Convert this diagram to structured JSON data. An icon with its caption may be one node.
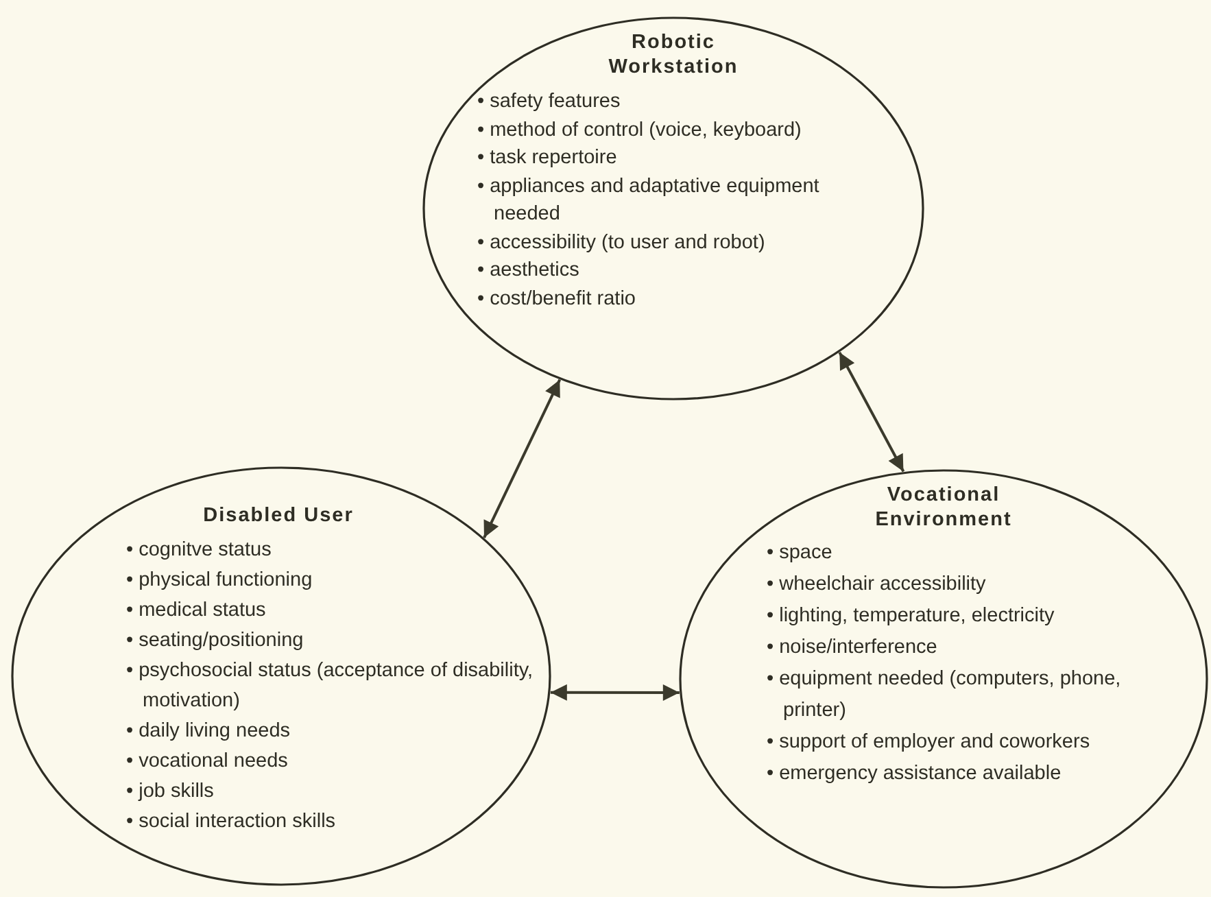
{
  "diagram": {
    "nodes": [
      {
        "text": [
          "Robotic Workstation",
          "• safety features",
          "• method of control (voice, keyboard)",
          "• task repertoire",
          "• appliances and adaptative equipment needed",
          "• accessibility (to user and robot)",
          "• aesthetics",
          "• cost/benefit ratio"
        ]
      },
      {
        "text": [
          "Disabled User",
          "• cognitve status",
          "• physical functioning",
          "• medical status",
          "• seating/positioning",
          "• psychosocial status (acceptance of disability, motivation)",
          "• daily living needs",
          "• vocational needs",
          "• job skills",
          "• social interaction skills"
        ]
      },
      {
        "text": [
          "Vocational Environment",
          "• space",
          "• wheelchair accessibility",
          "• lighting, temperature, electricity",
          "• noise/interference",
          "• equipment needed (computers, phone, printer)",
          "• support of employer and coworkers",
          "• emergency assistance available"
        ]
      }
    ],
    "edges": [
      {
        "from": 1,
        "to": 0,
        "arrow": "both"
      },
      {
        "from": 0,
        "to": 2,
        "arrow": "both"
      },
      {
        "from": 1,
        "to": 2,
        "arrow": "both"
      }
    ]
  }
}
